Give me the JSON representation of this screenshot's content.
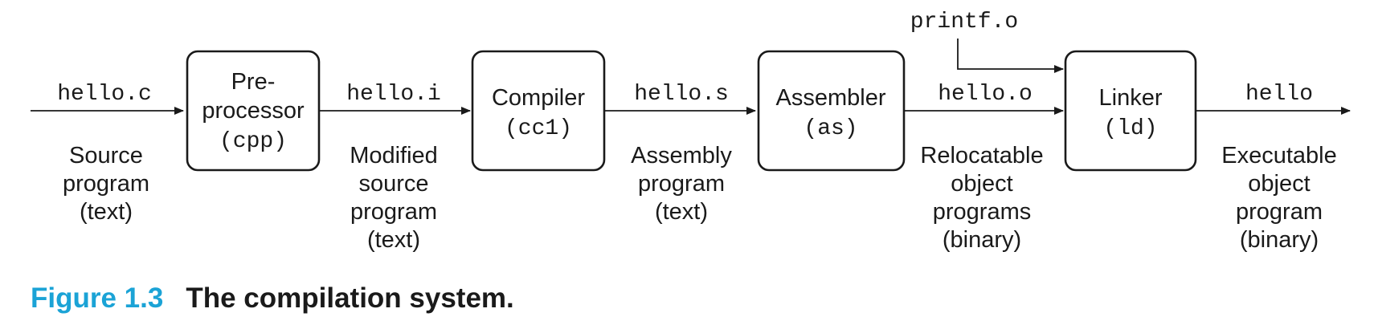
{
  "boxes": [
    {
      "id": "preprocessor",
      "lines": [
        "Pre-",
        "processor",
        "(cpp)"
      ]
    },
    {
      "id": "compiler",
      "lines": [
        "Compiler",
        "(cc1)"
      ]
    },
    {
      "id": "assembler",
      "lines": [
        "Assembler",
        "(as)"
      ]
    },
    {
      "id": "linker",
      "lines": [
        "Linker",
        "(ld)"
      ]
    }
  ],
  "files": [
    "hello.c",
    "hello.i",
    "hello.s",
    "hello.o",
    "hello"
  ],
  "extra_input": "printf.o",
  "descriptions": [
    [
      "Source",
      "program",
      "(text)"
    ],
    [
      "Modified",
      "source",
      "program",
      "(text)"
    ],
    [
      "Assembly",
      "program",
      "(text)"
    ],
    [
      "Relocatable",
      "object",
      "programs",
      "(binary)"
    ],
    [
      "Executable",
      "object",
      "program",
      "(binary)"
    ]
  ],
  "caption": {
    "number": "Figure 1.3",
    "text": "The compilation system."
  },
  "colors": {
    "caption_number": "#1ba3d6",
    "caption_text": "#1a1a1a",
    "ink": "#1a1a1a"
  }
}
